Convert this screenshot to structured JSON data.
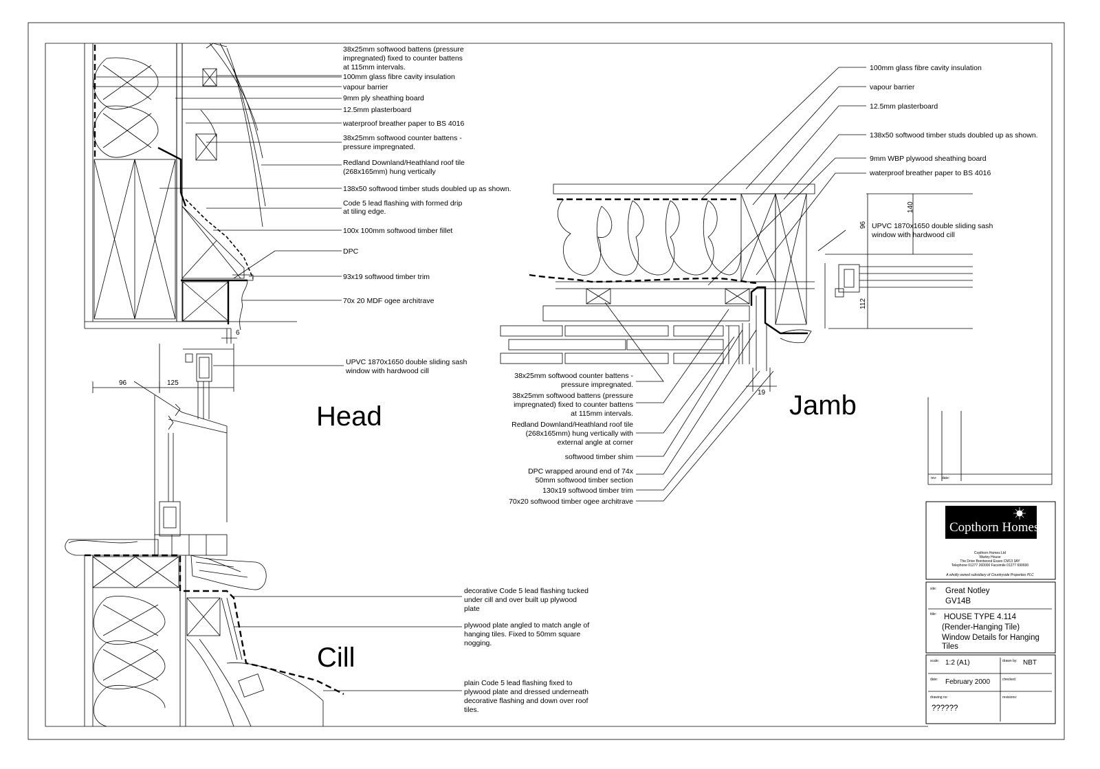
{
  "head": {
    "title": "Head",
    "labels": [
      "38x25mm softwood battens (pressure",
      "impregnated) fixed to counter battens",
      "at 115mm intervals.",
      "100mm glass fibre cavity insulation",
      "vapour barrier",
      "9mm ply sheathing board",
      "12.5mm plasterboard",
      "waterproof breather paper to BS 4016",
      "38x25mm softwood counter battens -",
      "pressure impregnated.",
      "Redland Downland/Heathland roof tile",
      "(268x165mm) hung vertically",
      "138x50 softwood timber studs doubled up as shown.",
      "Code 5 lead flashing with formed drip",
      "at tiling edge.",
      "100x 100mm softwood timber fillet",
      "DPC",
      "93x19 softwood timber trim",
      "70x 20 MDF ogee architrave"
    ],
    "window_label": [
      "UPVC 1870x1650 double sliding sash",
      "window with hardwood cill"
    ],
    "dims": [
      "6",
      "96",
      "125"
    ]
  },
  "jamb": {
    "title": "Jamb",
    "labels_right": [
      "100mm glass fibre cavity insulation",
      "vapour barrier",
      "12.5mm plasterboard",
      "138x50 softwood timber studs doubled up as shown.",
      "9mm WBP plywood sheathing board",
      "waterproof breather paper to BS 4016"
    ],
    "window_label": [
      "UPVC 1870x1650 double sliding sash",
      "window with hardwood cill"
    ],
    "labels_left": [
      "38x25mm softwood counter battens -",
      "pressure impregnated.",
      "38x25mm softwood battens (pressure",
      "impregnated) fixed to counter battens",
      "at 115mm intervals.",
      "Redland Downland/Heathland roof tile",
      "(268x165mm) hung vertically with",
      "external angle at corner",
      "softwood timber shim",
      "DPC wrapped around end of 74x",
      "50mm softwood timber section",
      "130x19 softwood timber trim",
      "70x20 softwood timber ogee architrave"
    ],
    "dims": [
      "140",
      "96",
      "112",
      "19"
    ]
  },
  "cill": {
    "title": "Cill",
    "labels": [
      "decorative Code 5 lead flashing tucked",
      "under cill and over built up plywood",
      "plate",
      "plywood plate angled to match angle of",
      "hanging tiles. Fixed to 50mm square",
      "nogging.",
      "plain Code 5 lead flashing fixed to",
      "plywood plate and dressed underneath",
      "decorative flashing and down over roof",
      "tiles."
    ]
  },
  "title_block": {
    "rev_label": "rev:",
    "date_label": "date:",
    "company": "Copthorn Homes",
    "address": [
      "Copthorn Homes Ltd",
      "Warley House",
      "The Drive Brentwood Essex CM13 3AY",
      "Telephone 01277 260000 Facsimile 01277 690600"
    ],
    "subsidiary": "A wholly owned subsidiary of Countryside Properties PLC",
    "site_label": "site:",
    "site": [
      "Great Notley",
      "GV14B"
    ],
    "title_label": "title:",
    "title": [
      "HOUSE TYPE 4.114",
      "(Render-Hanging Tile)",
      "Window Details for Hanging",
      "Tiles"
    ],
    "scale_label": "scale:",
    "scale": "1:2 (A1)",
    "drawn_label": "drawn by:",
    "drawn": "NBT",
    "date_field_label": "date:",
    "date": "February 2000",
    "checked_label": "checked:",
    "drawing_label": "drawing no:",
    "drawing_no": "??????",
    "revisions_label": "revisions:"
  }
}
